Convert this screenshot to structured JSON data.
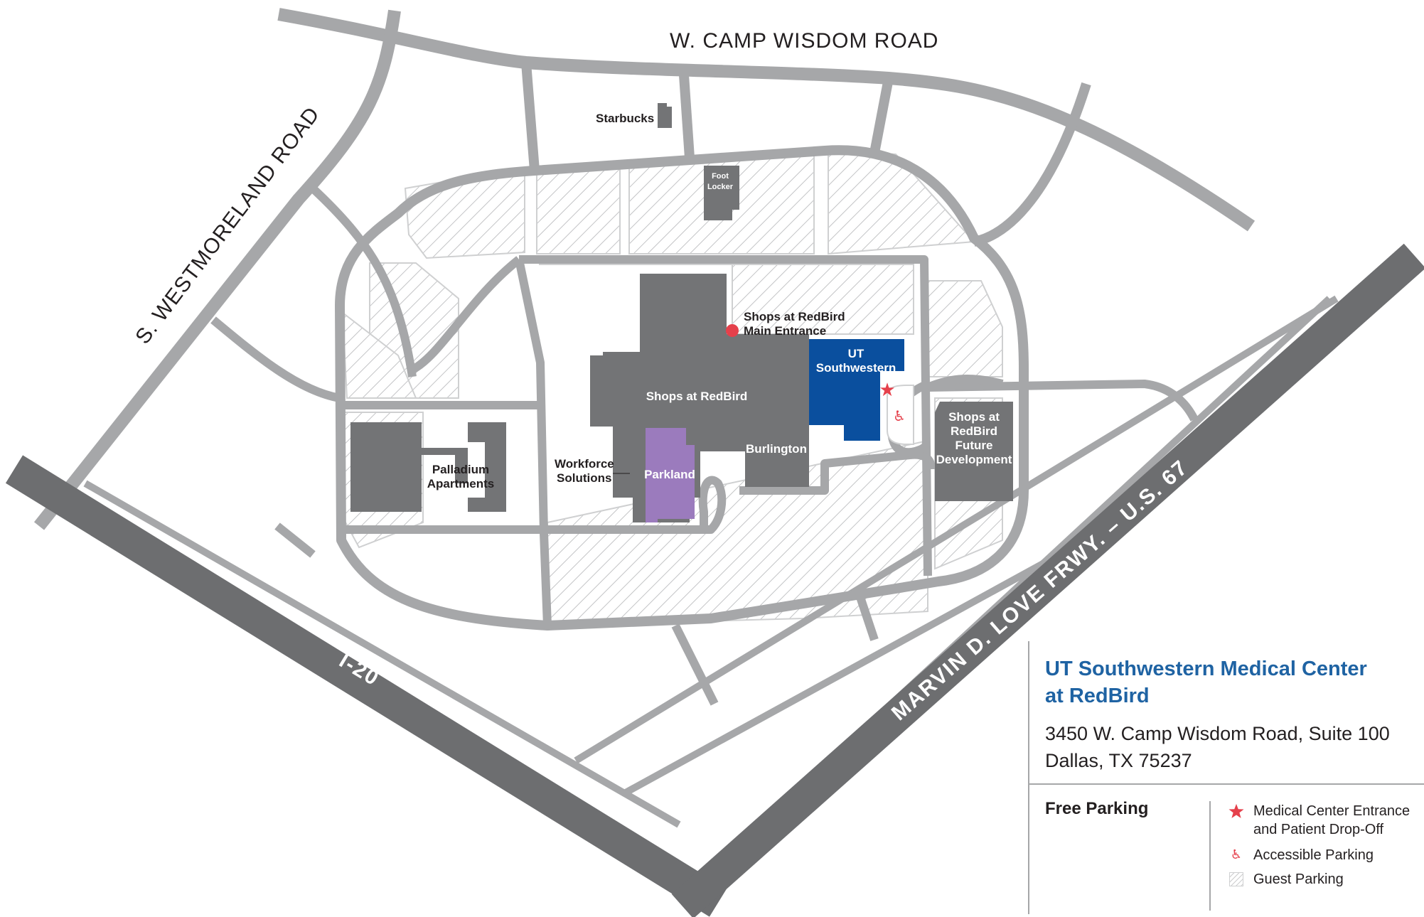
{
  "roads": {
    "camp_wisdom": "W. CAMP WISDOM ROAD",
    "westmoreland": "S. WESTMORELAND ROAD",
    "i20": "I-20",
    "us67": "MARVIN D. LOVE FRWY. – U.S. 67"
  },
  "places": {
    "starbucks": "Starbucks",
    "foot_locker_1": "Foot",
    "foot_locker_2": "Locker",
    "shops_main_entrance_1": "Shops at RedBird",
    "shops_main_entrance_2": "Main Entrance",
    "shops_redbird": "Shops at RedBird",
    "ut_1": "UT",
    "ut_2": "Southwestern",
    "burlington": "Burlington",
    "parkland": "Parkland",
    "workforce_1": "Workforce",
    "workforce_2": "Solutions",
    "palladium_1": "Palladium",
    "palladium_2": "Apartments",
    "future_1": "Shops at",
    "future_2": "RedBird",
    "future_3": "Future",
    "future_4": "Development"
  },
  "info": {
    "title": "UT Southwestern Medical Center at RedBird",
    "address_line1": "3450 W. Camp Wisdom Road, Suite 100",
    "address_line2": "Dallas, TX 75237",
    "free_parking": "Free Parking"
  },
  "legend": {
    "entrance": "Medical Center Entrance\nand Patient Drop-Off",
    "accessible": "Accessible Parking",
    "guest": "Guest Parking"
  },
  "colors": {
    "ut_southwestern": "#0a4f9e",
    "parkland": "#9b7bbd",
    "entrance_star": "#e5404b",
    "main_entrance_dot": "#e5404b",
    "title_blue": "#1f63a3",
    "building_gray": "#737476",
    "road_gray": "#a6a7a9",
    "highway_gray": "#6d6e70"
  },
  "icons": {
    "entrance": "star-icon",
    "accessible": "wheelchair-icon",
    "guest": "hatch-swatch-icon",
    "main_entrance": "dot-marker-icon"
  }
}
